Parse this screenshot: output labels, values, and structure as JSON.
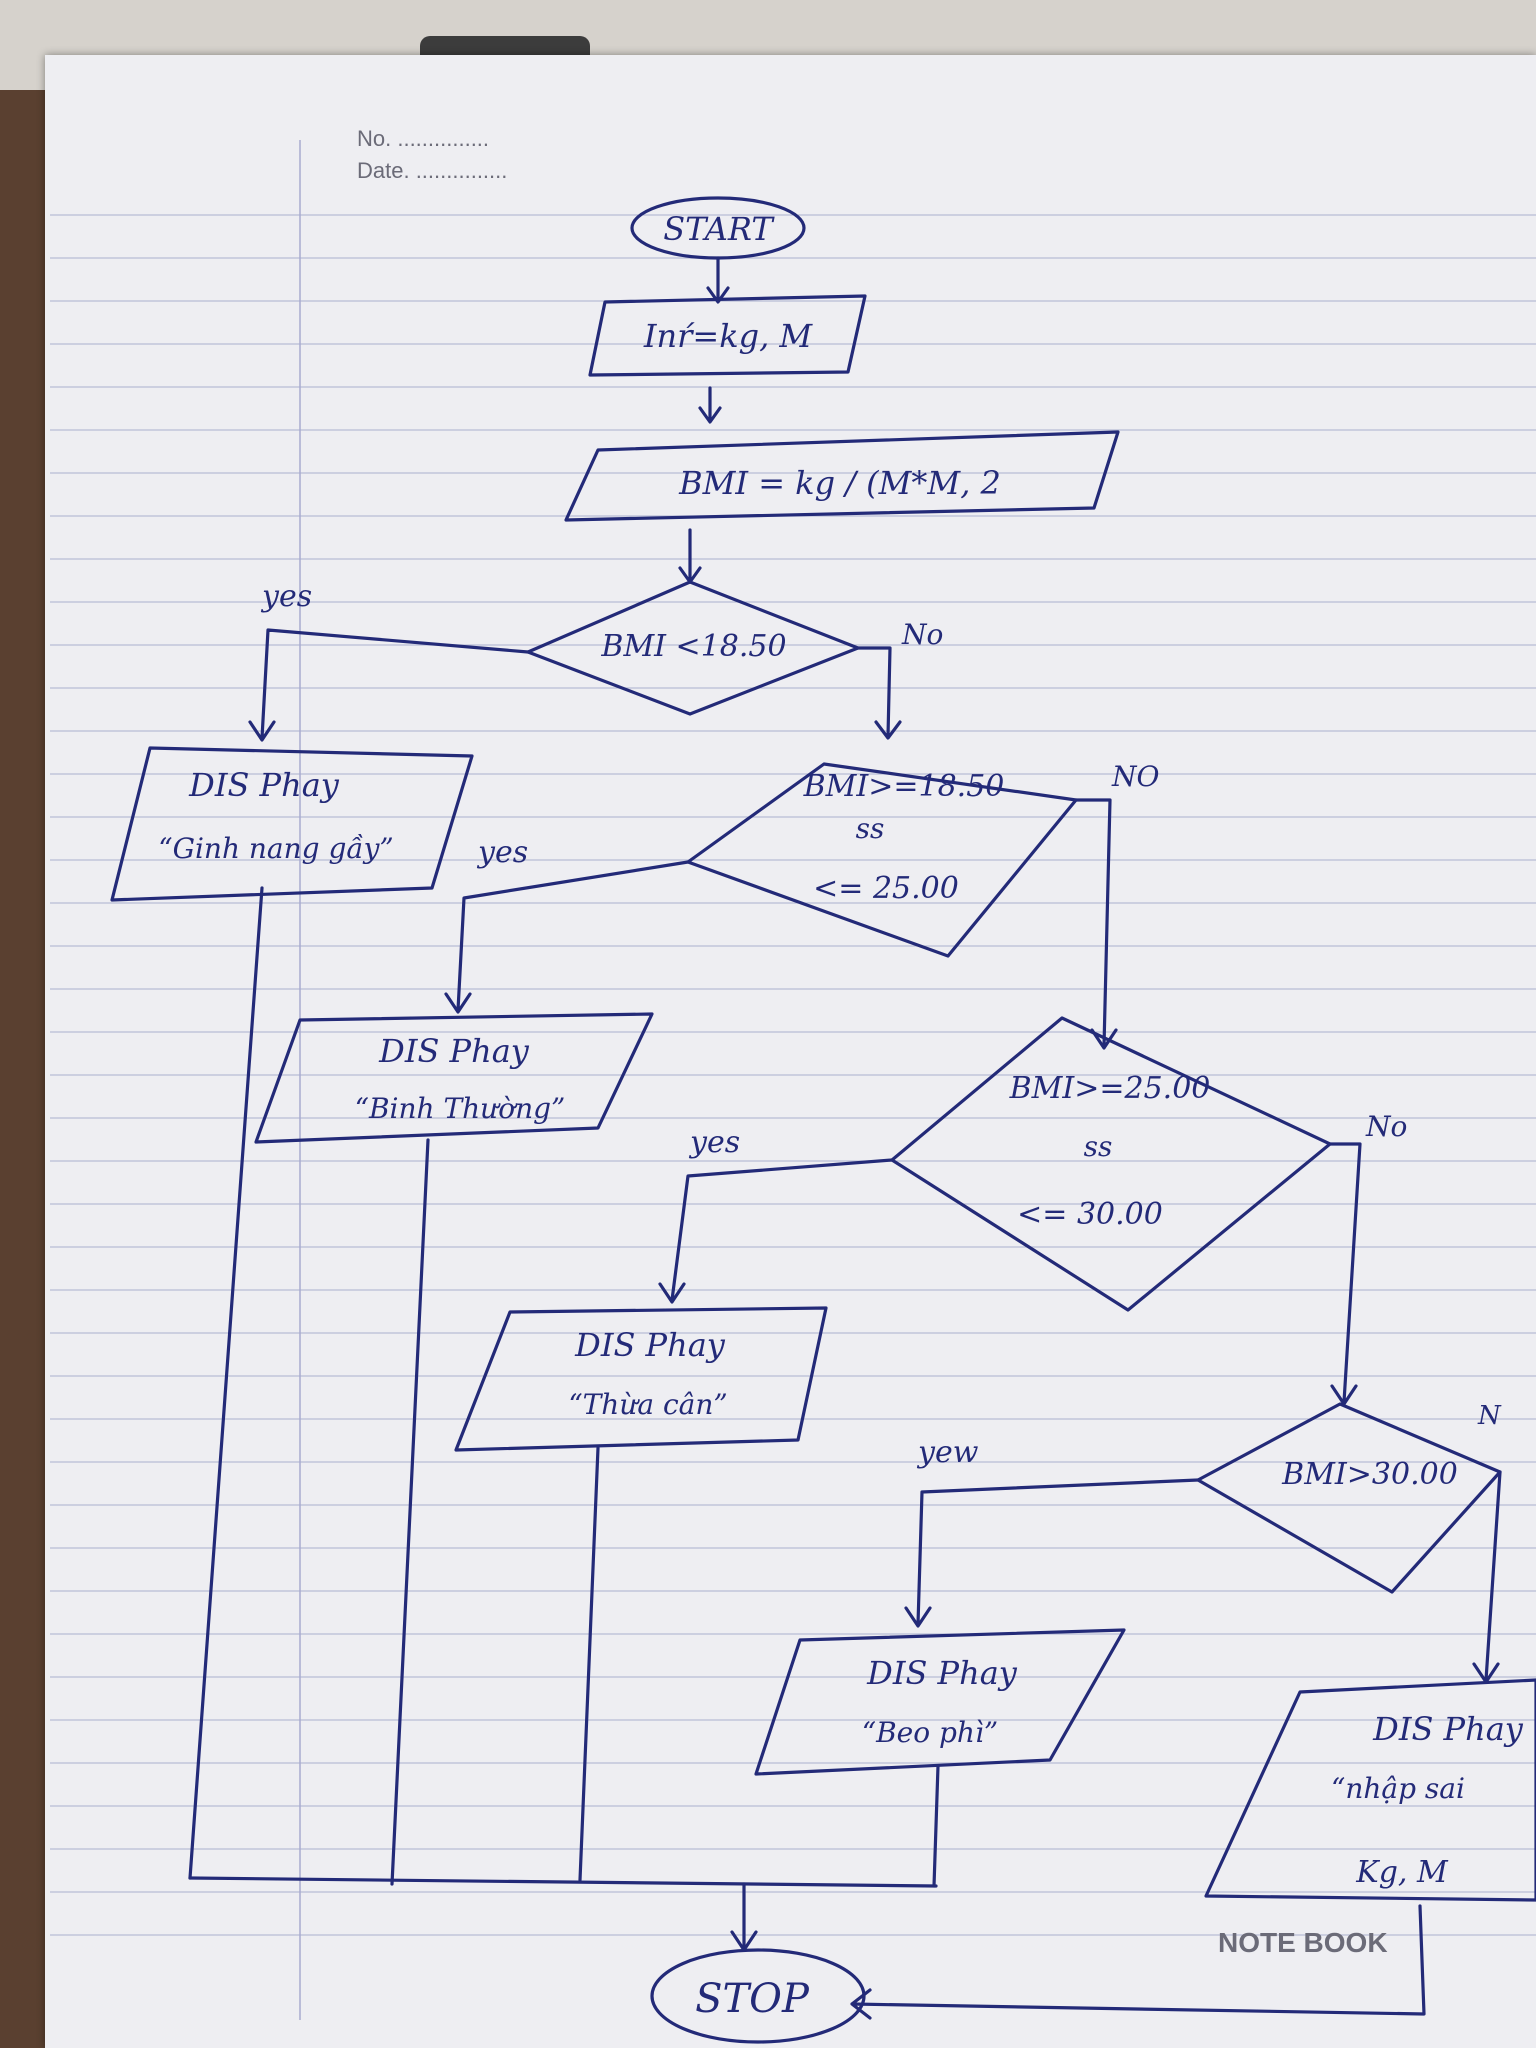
{
  "notebook": {
    "no_label": "No. ...............",
    "date_label": "Date. ...............",
    "brand": "NOTE BOOK"
  },
  "flowchart": {
    "start": "START",
    "input": "Inŕ=kg, M",
    "compute": "BMI = kg / (M*M, 2",
    "decision1": {
      "text": "BMI <18.50",
      "yes": "yes",
      "no": "No"
    },
    "output1": {
      "line1": "DIS Phay",
      "line2": "“Ginh nang gầy”"
    },
    "decision2": {
      "line1": "BMI>=18.50",
      "line2": "ss",
      "line3": "<= 25.00",
      "yes": "yes",
      "no": "NO"
    },
    "output2": {
      "line1": "DIS Phay",
      "line2": "“Binh Thường”"
    },
    "decision3": {
      "line1": "BMI>=25.00",
      "line2": "ss",
      "line3": "<= 30.00",
      "yes": "yes",
      "no": "No"
    },
    "output3": {
      "line1": "DIS Phay",
      "line2": "“Thừa cân”"
    },
    "decision4": {
      "text": "BMI>30.00",
      "yes": "yew",
      "no": "N"
    },
    "output4": {
      "line1": "DIS Phay",
      "line2": "“Beo phì”"
    },
    "output5": {
      "line1": "DIS Phay",
      "line2": "“nhập sai",
      "line3": "Kg, M"
    },
    "stop": "STOP"
  }
}
